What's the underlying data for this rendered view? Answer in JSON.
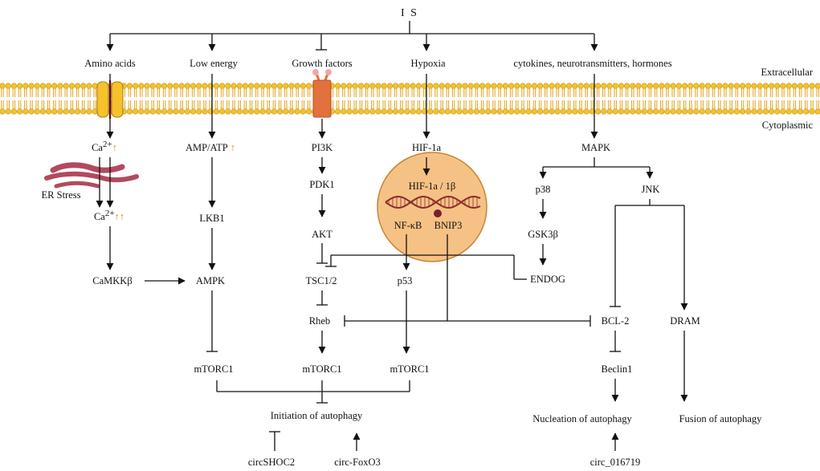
{
  "title": "I S",
  "regions": {
    "extracellular": "Extracellular",
    "cytoplasmic": "Cytoplasmic"
  },
  "stimuli": {
    "amino_acids": "Amino acids",
    "low_energy": "Low energy",
    "growth_factors": "Growth factors",
    "hypoxia": "Hypoxia",
    "cytokines": "cytokines, neurotransmitters, hormones"
  },
  "nodes": {
    "ca_up_base": "Ca",
    "ca_up_sup": "2+",
    "ca_up_arrow": "↑",
    "er_stress": "ER Stress",
    "ca_upup_base": "Ca",
    "ca_upup_sup": "2+",
    "ca_upup_arrow": "↑↑",
    "camkkb": "CaMKKβ",
    "amp_atp": "AMP/ATP",
    "amp_atp_arrow": "↑",
    "lkb1": "LKB1",
    "ampk": "AMPK",
    "mtorc1_a": "mTORC1",
    "pi3k": "PI3K",
    "pdk1": "PDK1",
    "akt": "AKT",
    "tsc12": "TSC1/2",
    "rheb": "Rheb",
    "mtorc1_b": "mTORC1",
    "hif1a": "HIF-1a",
    "hif_complex": "HIF-1a / 1β",
    "nfkb": "NF-κB",
    "bnip3": "BNIP3",
    "p53": "p53",
    "mtorc1_c": "mTORC1",
    "mapk": "MAPK",
    "p38": "p38",
    "jnk": "JNK",
    "gsk3b": "GSK3β",
    "endog": "ENDOG",
    "bcl2": "BCL-2",
    "beclin1": "Beclin1",
    "dram": "DRAM"
  },
  "outcomes": {
    "initiation": "Initiation of autophagy",
    "nucleation": "Nucleation of autophagy",
    "fusion": "Fusion of autophagy"
  },
  "regulators": {
    "circshoc2": "circSHOC2",
    "circ_foxo3": "circ-FoxO3",
    "circ_016719": "circ_016719"
  },
  "colors": {
    "membrane_head": "#f2c230",
    "membrane_head_edge": "#c9960c",
    "membrane_tail": "#e2a21a",
    "channel": "#f5c22c",
    "receptor": "#e2713e",
    "receptor_ligand": "#f0a7a7",
    "er_color": "#b24a5e",
    "nucleus_fill": "#f6c184",
    "nucleus_edge": "#c88431",
    "dna_color": "#8a2d2d",
    "bnip3_dot": "#7a2030",
    "arrow_color": "#111111"
  }
}
